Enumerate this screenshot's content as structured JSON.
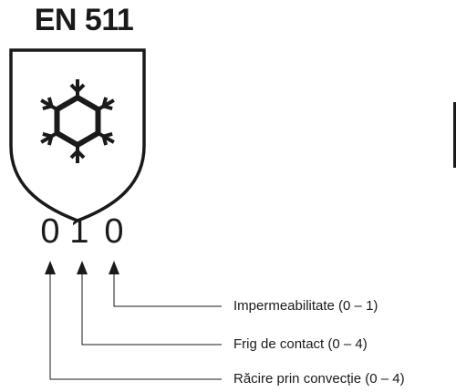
{
  "standard": {
    "title": "EN 511"
  },
  "rating": {
    "digits": [
      "0",
      "1",
      "0"
    ]
  },
  "icon": {
    "symbol": "snowflake-icon",
    "shape": "shield-icon"
  },
  "legend": {
    "items": [
      {
        "label": "Impermeabilitate (0 – 1)",
        "digit_index": 2
      },
      {
        "label": "Frig de contact (0 – 4)",
        "digit_index": 1
      },
      {
        "label": "Răcire prin convecție (0 – 4)",
        "digit_index": 0
      }
    ]
  },
  "colors": {
    "ink": "#1a1a1a",
    "background": "#ffffff"
  }
}
